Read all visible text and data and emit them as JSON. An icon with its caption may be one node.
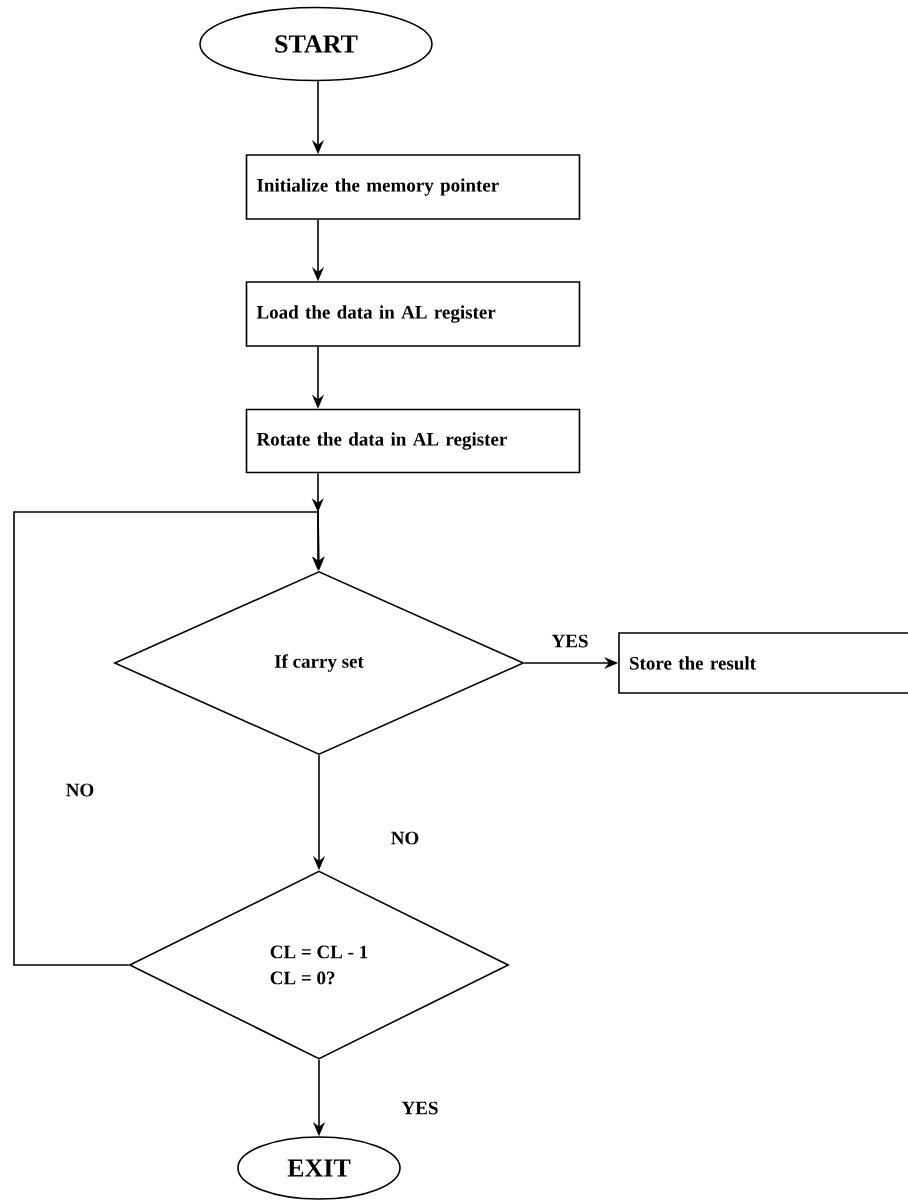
{
  "diagram": {
    "nodes": [
      {
        "text": [
          "START"
        ]
      },
      {
        "text": [
          "Initialize the memory pointer"
        ]
      },
      {
        "text": [
          "Load the data in AL register"
        ]
      },
      {
        "text": [
          "Rotate the data in AL register"
        ]
      },
      {
        "text": [
          "If carry set"
        ]
      },
      {
        "text": [
          "Store the result"
        ]
      },
      {
        "text": [
          "CL = CL - 1",
          "CL = 0?"
        ]
      },
      {
        "text": [
          "EXIT"
        ]
      }
    ],
    "edges": [
      {
        "from": 0,
        "to": 1,
        "arrow": "to"
      },
      {
        "from": 1,
        "to": 2,
        "arrow": "to"
      },
      {
        "from": 2,
        "to": 3,
        "arrow": "to"
      },
      {
        "from": 3,
        "to": 4,
        "arrow": "to"
      },
      {
        "from": 4,
        "to": 5,
        "arrow": "to",
        "label": "YES"
      },
      {
        "from": 4,
        "to": 6,
        "arrow": "to",
        "label": "NO"
      },
      {
        "from": 6,
        "to": 4,
        "arrow": "to",
        "label": "NO"
      },
      {
        "from": 6,
        "to": 7,
        "arrow": "to",
        "label": "YES"
      }
    ]
  }
}
